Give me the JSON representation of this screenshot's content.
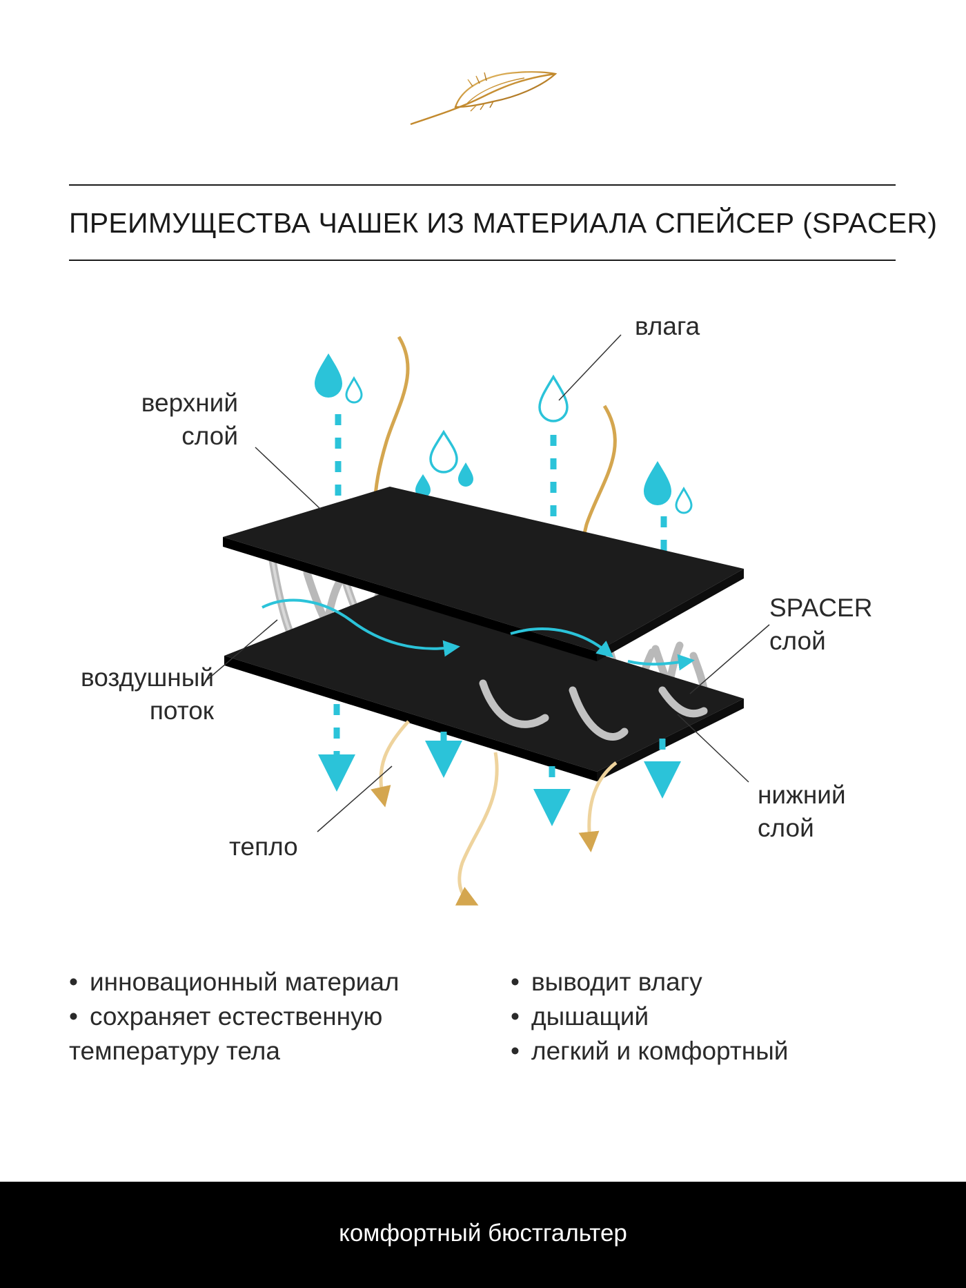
{
  "header": {
    "logo_icon": "feather-icon",
    "title": "ПРЕИМУЩЕСТВА ЧАШЕК ИЗ МАТЕРИАЛА СПЕЙСЕР (SPACER)"
  },
  "diagram": {
    "labels": {
      "top_layer": [
        "верхний",
        "слой"
      ],
      "moisture": "влага",
      "spacer": [
        "SPACER",
        "слой"
      ],
      "airflow": [
        "воздушный",
        "поток"
      ],
      "heat": "тепло",
      "bottom_layer": [
        "нижний",
        "слой"
      ]
    },
    "colors": {
      "moisture": "#2bc3d9",
      "heat": "#d4a64f",
      "layer": "#1c1c1c",
      "fiber": "#b9b9b9"
    }
  },
  "benefits": {
    "left": [
      "инновационный материал",
      "сохраняет естественную",
      "температуру тела"
    ],
    "right": [
      "выводит влагу",
      "дышащий",
      "легкий и комфортный"
    ]
  },
  "footer": {
    "text": "комфортный бюстгальтер"
  }
}
